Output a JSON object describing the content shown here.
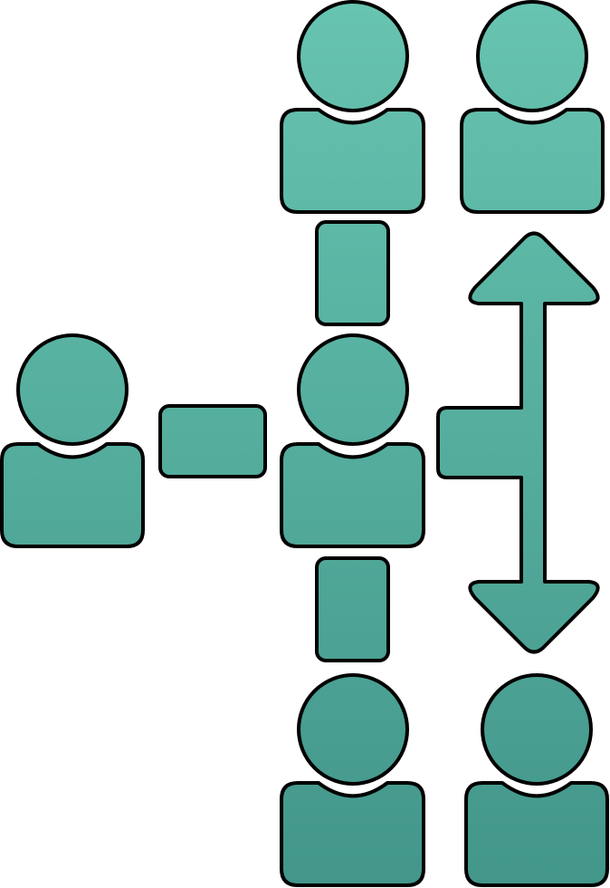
{
  "icon": {
    "name": "organization-hierarchy-icon",
    "fill_top": "#67c4b0",
    "fill_bottom": "#42968a",
    "stroke": "#000000",
    "background": "#ffffff"
  },
  "people": [
    {
      "name": "person-left"
    },
    {
      "name": "person-top-center"
    },
    {
      "name": "person-top-right"
    },
    {
      "name": "person-middle-center"
    },
    {
      "name": "person-bottom-center"
    },
    {
      "name": "person-bottom-right"
    }
  ],
  "connectors": [
    {
      "name": "connector-horizontal-left"
    },
    {
      "name": "connector-vertical-upper"
    },
    {
      "name": "connector-vertical-lower"
    },
    {
      "name": "connector-horizontal-right"
    }
  ],
  "arrow": {
    "name": "double-headed-arrow-icon"
  }
}
